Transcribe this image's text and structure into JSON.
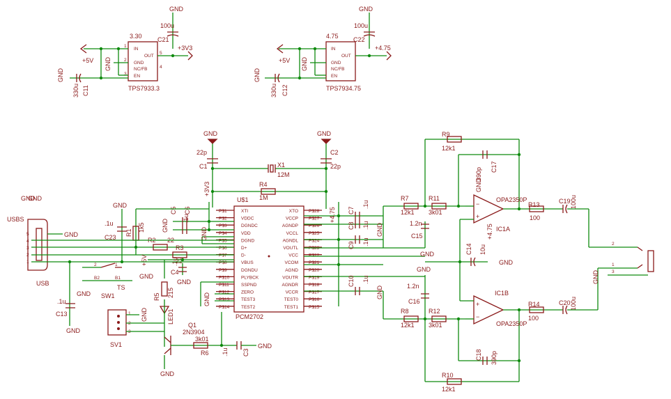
{
  "regulators": [
    {
      "ref": "3.30",
      "part": "TPS7933.3",
      "pins": [
        "IN",
        "OUT",
        "GND",
        "NC/FB",
        "EN"
      ],
      "nums": [
        "1",
        "5",
        "2",
        "4",
        "3"
      ],
      "in_net": "+5V",
      "out_net": "+3V3",
      "in_cap": "C11",
      "in_cap_val": "330u",
      "out_cap": "C21",
      "out_cap_val": "100u"
    },
    {
      "ref": "4.75",
      "part": "TPS7934.75",
      "pins": [
        "IN",
        "OUT",
        "GND",
        "NC/FB",
        "EN"
      ],
      "nums": [
        "1",
        "5",
        "2",
        "4",
        "3"
      ],
      "in_net": "+5V",
      "out_net": "+4.75",
      "in_cap": "C12",
      "in_cap_val": "330u",
      "out_cap": "C22",
      "out_cap_val": "100u"
    }
  ],
  "nets": {
    "gnd": "GND",
    "p5v": "+5V",
    "p3v3": "+3V3",
    "p475": "+4.75"
  },
  "pcm": {
    "ref": "U$1",
    "part": "PCM2702",
    "left_pins": [
      "XTI",
      "VDDC",
      "DGNDC",
      "VDD",
      "DGND",
      "D+",
      "D-",
      "VBUS",
      "DGNDU",
      "PLYBCK",
      "SSPND",
      "ZERO",
      "TEST3",
      "TEST2"
    ],
    "right_pins": [
      "XTO",
      "VCCP",
      "AGNDP",
      "VCCL",
      "AGNDL",
      "VOUTL",
      "VCC",
      "VCOM",
      "AGND",
      "VOUTR",
      "AGNDR",
      "VCCR",
      "TEST0",
      "TEST1"
    ],
    "left_nums": [
      "P$1",
      "P$2",
      "P$3",
      "P$4",
      "P$5",
      "P$6",
      "P$7",
      "P$8",
      "P$9",
      "P$10",
      "P$11",
      "P$12",
      "P$13",
      "P$14"
    ],
    "right_nums": [
      "P$28",
      "P$27",
      "P$26",
      "P$25",
      "P$24",
      "P$23",
      "P$22",
      "P$21",
      "P$20",
      "P$19",
      "P$18",
      "P$17",
      "P$16",
      "P$15"
    ]
  },
  "crystal": {
    "ref": "X1",
    "value": "12M"
  },
  "caps": {
    "C1": {
      "name": "C1",
      "value": "22p"
    },
    "C2": {
      "name": "C2",
      "value": "22p"
    },
    "C3": {
      "name": "C3",
      "value": ".1u"
    },
    "C4": {
      "name": "C4",
      "value": ".1u"
    },
    "C5": {
      "name": "C5",
      "value": ".1u"
    },
    "C6": {
      "name": "C6",
      "value": ".1u"
    },
    "C7": {
      "name": "C7",
      "value": ".1u"
    },
    "C8": {
      "name": "C8",
      "value": ".1u"
    },
    "C9": {
      "name": "C9",
      "value": ".1u"
    },
    "C10": {
      "name": "C10",
      "value": ".1u"
    },
    "C13": {
      "name": "C13",
      "value": ".1u"
    },
    "C14": {
      "name": "C14",
      "value": "10u"
    },
    "C15": {
      "name": "C15",
      "value": "1.2n"
    },
    "C16": {
      "name": "C16",
      "value": "1.2n"
    },
    "C17": {
      "name": "C17",
      "value": "390p"
    },
    "C18": {
      "name": "C18",
      "value": "390p"
    },
    "C19": {
      "name": "C19",
      "value": "100u"
    },
    "C20": {
      "name": "C20",
      "value": "100u"
    },
    "C23": {
      "name": "C23",
      "value": ".1u"
    }
  },
  "resistors": {
    "R1": {
      "name": "R1",
      "value": "1k5"
    },
    "R2": {
      "name": "R2",
      "value": "22"
    },
    "R3": {
      "name": "R3",
      "value": "22"
    },
    "R4": {
      "name": "R4",
      "value": "1M"
    },
    "R5": {
      "name": "R5",
      "value": "215"
    },
    "R6": {
      "name": "R6",
      "value": "3k01"
    },
    "R7": {
      "name": "R7",
      "value": "12k1"
    },
    "R8": {
      "name": "R8",
      "value": "12k1"
    },
    "R9": {
      "name": "R9",
      "value": "12k1"
    },
    "R10": {
      "name": "R10",
      "value": "12k1"
    },
    "R11": {
      "name": "R11",
      "value": "3k01"
    },
    "R12": {
      "name": "R12",
      "value": "3k01"
    },
    "R13": {
      "name": "R13",
      "value": "100"
    },
    "R14": {
      "name": "R14",
      "value": "100"
    }
  },
  "opamps": {
    "A": "IC1A",
    "B": "IC1B",
    "part": "OPA2350P"
  },
  "usb": {
    "ref": "USB",
    "shield": "USBS",
    "pins": [
      "5",
      "4",
      "3",
      "2",
      "1"
    ]
  },
  "switch": {
    "ref": "SW1",
    "label": "TS",
    "pins": [
      "1",
      "2",
      "B1",
      "B2"
    ]
  },
  "led": {
    "ref": "LED1"
  },
  "transistor": {
    "ref": "Q1",
    "part": "2N3904"
  },
  "header": {
    "ref": "SV1",
    "pins": [
      "1",
      "2",
      "3"
    ]
  },
  "jack": {
    "pins": [
      "2",
      "1",
      "3"
    ]
  }
}
